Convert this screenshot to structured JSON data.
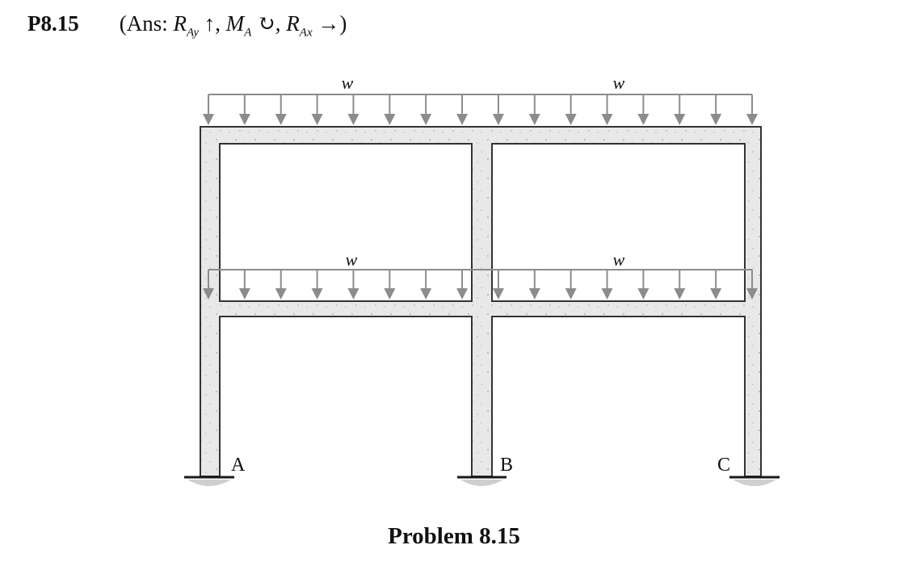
{
  "header": {
    "problem_number": "P8.15",
    "answer_open": "(Ans: ",
    "r_symbol": "R",
    "ray_sub": "Ay",
    "up_arrow": "↑",
    "comma1": ", ",
    "m_symbol": "M",
    "ma_sub": "A",
    "rotation_symbol": "↻",
    "comma2": ", ",
    "rax_sub": "Ax",
    "right_arrow": "→",
    "answer_close": ")"
  },
  "loads": {
    "roof_left": "w",
    "roof_right": "w",
    "floor_left": "w",
    "floor_right": "w"
  },
  "supports": {
    "a": "A",
    "b": "B",
    "c": "C"
  },
  "caption": "Problem 8.15",
  "colors": {
    "member_fill": "#e8e8e8",
    "member_stroke": "#333333",
    "load_arrow": "#8c8c8c",
    "ground": "#1a1a1a"
  }
}
